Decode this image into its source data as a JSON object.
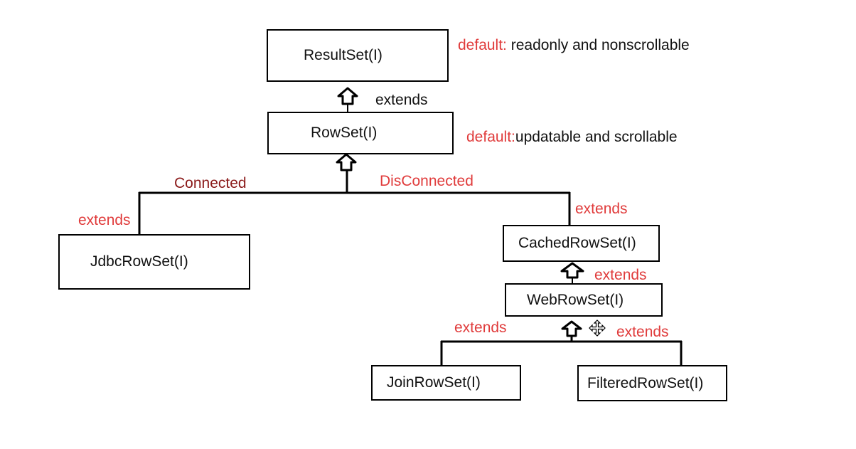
{
  "boxes": {
    "resultset": "ResultSet(I)",
    "rowset": "RowSet(I)",
    "jdbcrowset": "JdbcRowSet(I)",
    "cachedrowset": "CachedRowSet(I)",
    "webrowset": "WebRowSet(I)",
    "joinrowset": "JoinRowSet(I)",
    "filteredrowset": "FilteredRowSet(I)"
  },
  "notes": {
    "resultset_prefix": "default:",
    "resultset_text": " readonly and nonscrollable",
    "rowset_prefix": "default:",
    "rowset_text": "updatable and scrollable"
  },
  "labels": {
    "extends_rowset": "extends",
    "connected": "Connected",
    "disconnected": "DisConnected",
    "extends_jdbc": "extends",
    "extends_cached": "extends",
    "extends_web": "extends",
    "extends_join": "extends",
    "extends_filtered": "extends"
  },
  "colors": {
    "accent_red": "#e03b3b",
    "dark_red": "#8b1a1a",
    "line": "#000000"
  },
  "icons": {
    "cursor": "move-cursor-icon",
    "arrow": "hollow-up-arrow-icon"
  }
}
